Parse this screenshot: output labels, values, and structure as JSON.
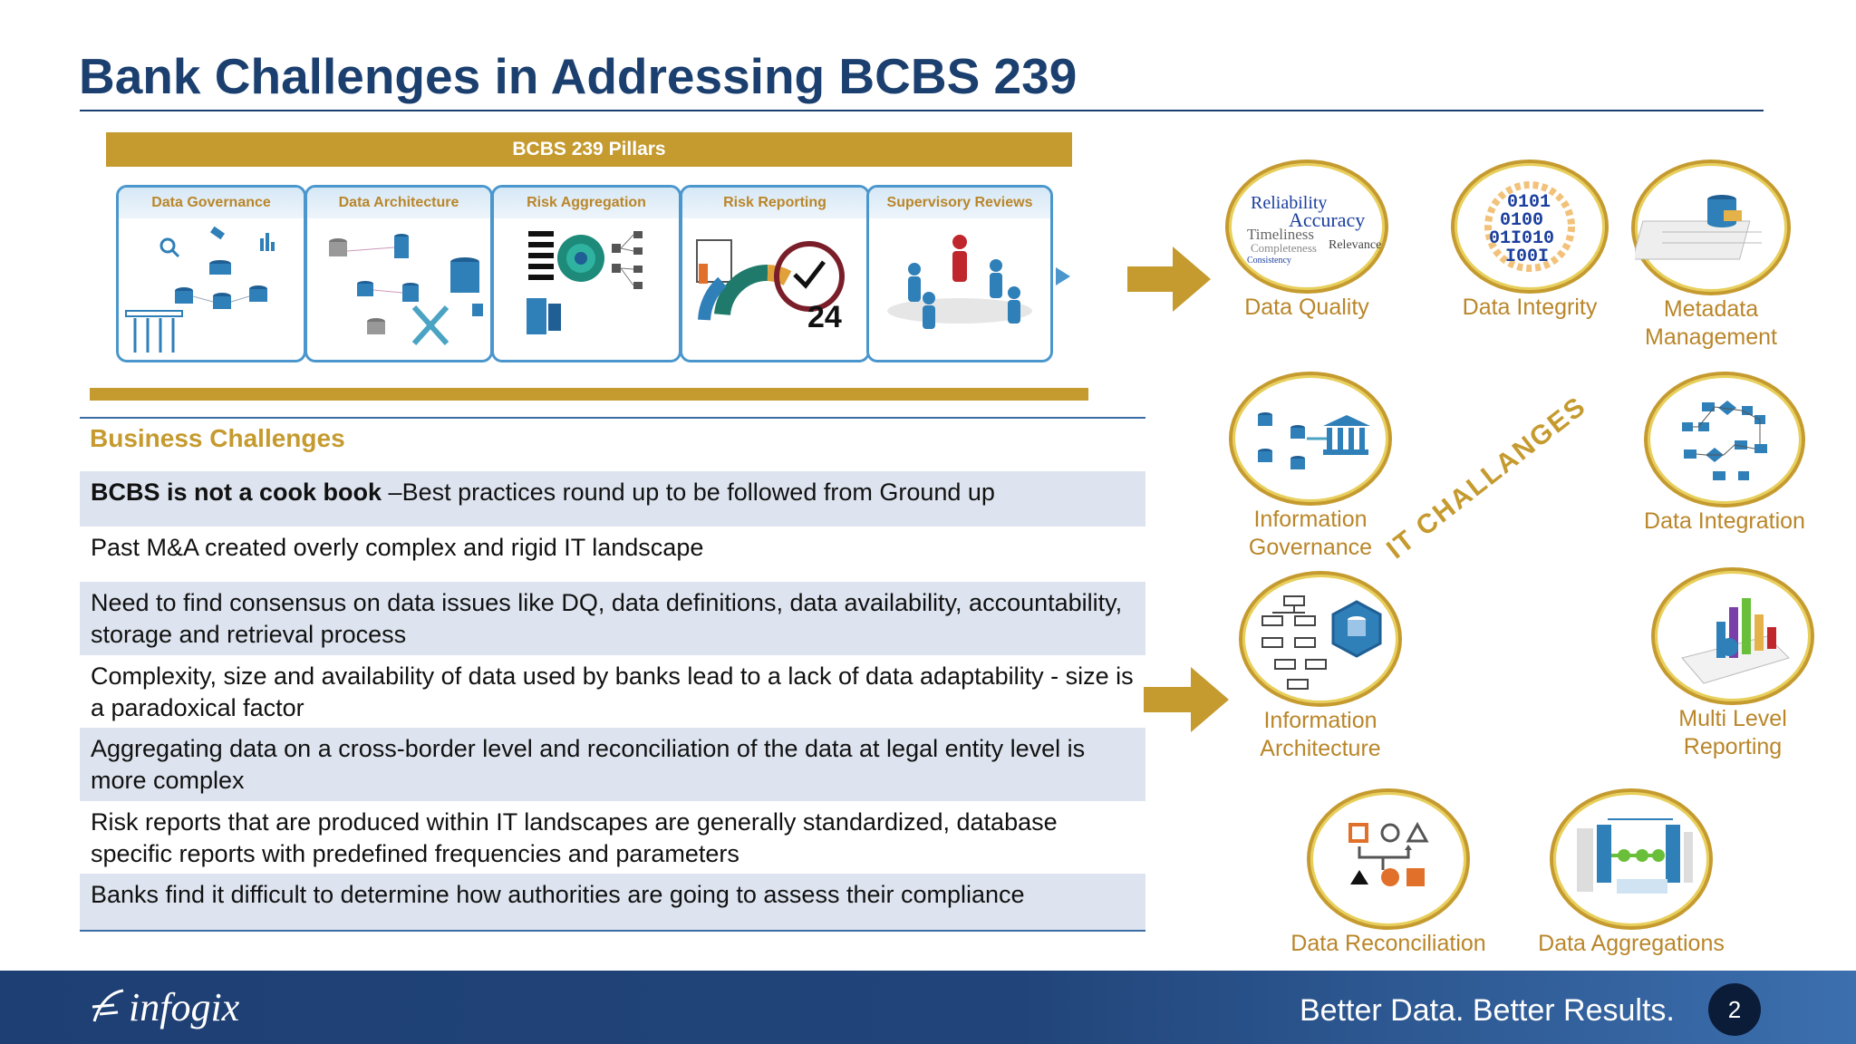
{
  "slide": {
    "title": "Bank Challenges in Addressing BCBS 239",
    "page_number": "2"
  },
  "pillars": {
    "header": "BCBS 239 Pillars",
    "items": [
      {
        "label": "Data Governance"
      },
      {
        "label": "Data Architecture"
      },
      {
        "label": "Risk Aggregation"
      },
      {
        "label": "Risk Reporting"
      },
      {
        "label": "Supervisory Reviews"
      }
    ],
    "risk_reporting_number": "24"
  },
  "business_challenges": {
    "heading": "Business Challenges",
    "first_bold": "BCBS is not a cook book",
    "first_rest": " –Best practices round up to be followed from Ground up",
    "rows": [
      "Past M&A created overly complex and rigid IT landscape",
      "Need to find consensus on data issues like DQ, data definitions, data availability, accountability, storage and retrieval process",
      "Complexity, size and availability of data used by banks lead to a lack of data adaptability - size is a paradoxical factor",
      "Aggregating data on a cross-border level and reconciliation of the data at legal entity level is more complex",
      "Risk reports that are produced within IT landscapes are generally standardized, database specific reports with predefined frequencies and parameters",
      "Banks find it difficult to determine how authorities are going to assess their compliance"
    ]
  },
  "it_challenges": {
    "label": "IT CHALLANGES",
    "data_quality_words": [
      "Reliability",
      "Accuracy",
      "Timeliness",
      "Completeness",
      "Relevance",
      "Consistency"
    ],
    "data_integrity_bits": [
      "0101",
      "0100",
      "01I010",
      "I00I"
    ],
    "items": [
      {
        "label": "Data Quality"
      },
      {
        "label": "Data Integrity"
      },
      {
        "label_line1": "Metadata",
        "label_line2": "Management"
      },
      {
        "label_line1": "Information",
        "label_line2": "Governance"
      },
      {
        "label": "Data Integration"
      },
      {
        "label_line1": "Information",
        "label_line2": "Architecture"
      },
      {
        "label_line1": "Multi Level",
        "label_line2": "Reporting"
      },
      {
        "label": "Data Reconciliation"
      },
      {
        "label": "Data Aggregations"
      }
    ]
  },
  "footer": {
    "logo_text": "infogix",
    "tagline": "Better Data. Better Results."
  },
  "colors": {
    "title_blue": "#1b3f6e",
    "gold": "#c59a2e",
    "pillar_border": "#4a96cd",
    "row_shade": "#dde4ef",
    "footer_blue": "#21457a"
  }
}
